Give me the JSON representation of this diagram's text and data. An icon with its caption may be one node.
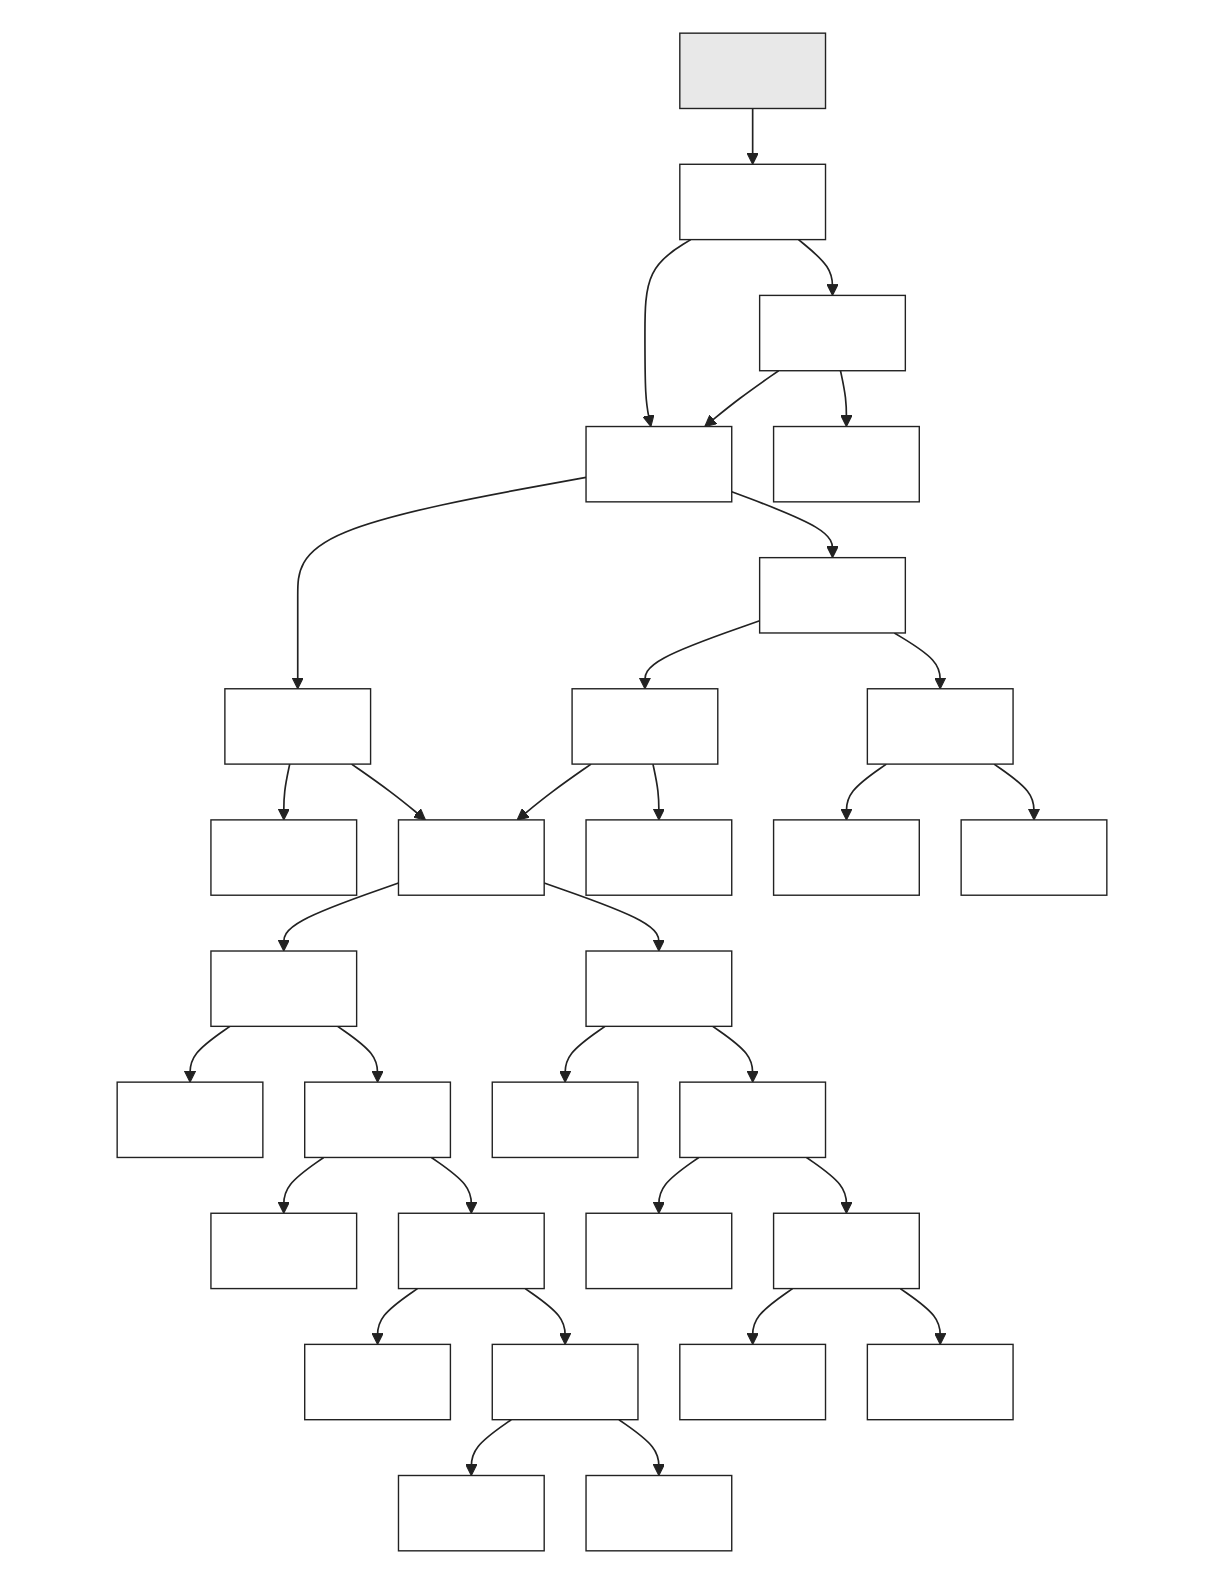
{
  "diagram": {
    "nodes": [
      {
        "text": [],
        "shape": "box"
      },
      {
        "text": [],
        "shape": "box"
      },
      {
        "text": [],
        "shape": "box"
      },
      {
        "text": [],
        "shape": "box"
      },
      {
        "text": [],
        "shape": "box"
      },
      {
        "text": [],
        "shape": "box"
      },
      {
        "text": [],
        "shape": "box"
      },
      {
        "text": [],
        "shape": "box"
      },
      {
        "text": [],
        "shape": "box"
      },
      {
        "text": [],
        "shape": "box"
      },
      {
        "text": [],
        "shape": "box"
      },
      {
        "text": [],
        "shape": "box"
      },
      {
        "text": [],
        "shape": "box"
      },
      {
        "text": [],
        "shape": "box"
      },
      {
        "text": [],
        "shape": "box"
      },
      {
        "text": [],
        "shape": "box"
      },
      {
        "text": [],
        "shape": "box"
      },
      {
        "text": [],
        "shape": "box"
      },
      {
        "text": [],
        "shape": "box"
      },
      {
        "text": [],
        "shape": "box"
      },
      {
        "text": [],
        "shape": "box"
      },
      {
        "text": [],
        "shape": "box"
      },
      {
        "text": [],
        "shape": "box"
      },
      {
        "text": [],
        "shape": "box"
      },
      {
        "text": [],
        "shape": "box"
      },
      {
        "text": [],
        "shape": "box"
      },
      {
        "text": [],
        "shape": "box"
      },
      {
        "text": [],
        "shape": "box"
      },
      {
        "text": [],
        "shape": "box"
      },
      {
        "text": [],
        "shape": "box"
      }
    ],
    "edges": [
      {
        "from": 0,
        "to": 2,
        "arrow": "to"
      },
      {
        "from": 2,
        "to": 1,
        "arrow": "to"
      },
      {
        "from": 2,
        "to": 3,
        "arrow": "to"
      },
      {
        "from": 3,
        "to": 1,
        "arrow": "to"
      },
      {
        "from": 3,
        "to": 6,
        "arrow": "to"
      },
      {
        "from": 1,
        "to": 4,
        "arrow": "to"
      },
      {
        "from": 4,
        "to": 5,
        "arrow": "to"
      },
      {
        "from": 4,
        "to": 9,
        "arrow": "to"
      },
      {
        "from": 1,
        "to": 7,
        "arrow": "to"
      },
      {
        "from": 7,
        "to": 8,
        "arrow": "to"
      },
      {
        "from": 7,
        "to": 14,
        "arrow": "to"
      },
      {
        "from": 8,
        "to": 9,
        "arrow": "to"
      },
      {
        "from": 8,
        "to": 10,
        "arrow": "to"
      },
      {
        "from": 9,
        "to": 11,
        "arrow": "to"
      },
      {
        "from": 9,
        "to": 12,
        "arrow": "to"
      },
      {
        "from": 12,
        "to": 13,
        "arrow": "to"
      },
      {
        "from": 12,
        "to": 15,
        "arrow": "to"
      },
      {
        "from": 15,
        "to": 16,
        "arrow": "to"
      },
      {
        "from": 15,
        "to": 19,
        "arrow": "to"
      },
      {
        "from": 19,
        "to": 20,
        "arrow": "to"
      },
      {
        "from": 19,
        "to": 24,
        "arrow": "to"
      },
      {
        "from": 24,
        "to": 25,
        "arrow": "to"
      },
      {
        "from": 24,
        "to": 26,
        "arrow": "to"
      },
      {
        "from": 14,
        "to": 17,
        "arrow": "to"
      },
      {
        "from": 14,
        "to": 18,
        "arrow": "to"
      },
      {
        "from": 11,
        "to": 21,
        "arrow": "to"
      },
      {
        "from": 11,
        "to": 22,
        "arrow": "to"
      },
      {
        "from": 22,
        "to": 23,
        "arrow": "to"
      },
      {
        "from": 22,
        "to": 28,
        "arrow": "to"
      },
      {
        "from": 28,
        "to": 27,
        "arrow": "to"
      },
      {
        "from": 28,
        "to": 29,
        "arrow": "to"
      }
    ]
  }
}
